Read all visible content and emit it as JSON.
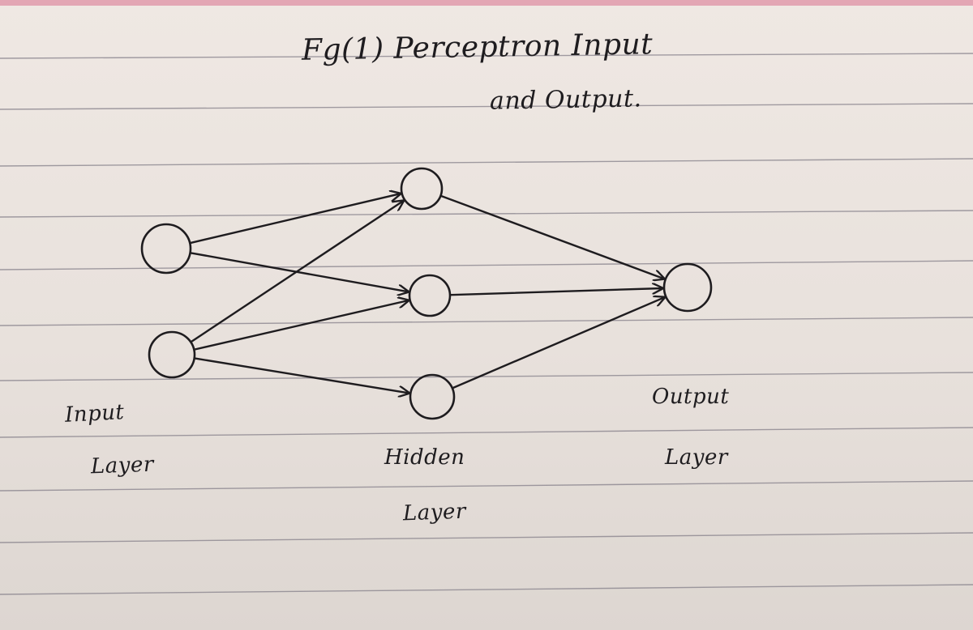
{
  "title": {
    "line1": "Fg(1) Perceptron Input",
    "line2": "and Output."
  },
  "layers": {
    "input": {
      "label_line1": "Input",
      "label_line2": "Layer",
      "node_count": 2
    },
    "hidden": {
      "label_line1": "Hidden",
      "label_line2": "Layer",
      "node_count": 3
    },
    "output": {
      "label_line1": "Output",
      "label_line2": "Layer",
      "node_count": 1
    }
  },
  "connections": [
    {
      "from": "input-1",
      "to": "hidden-1"
    },
    {
      "from": "input-1",
      "to": "hidden-2"
    },
    {
      "from": "input-2",
      "to": "hidden-1"
    },
    {
      "from": "input-2",
      "to": "hidden-2"
    },
    {
      "from": "input-2",
      "to": "hidden-3"
    },
    {
      "from": "hidden-1",
      "to": "output-1"
    },
    {
      "from": "hidden-2",
      "to": "output-1"
    },
    {
      "from": "hidden-3",
      "to": "output-1"
    }
  ],
  "colors": {
    "ink": "#1e1c1f",
    "paper": "#ece5e0",
    "rule_line": "#85808a",
    "margin_edge": "#e3a6b4"
  }
}
